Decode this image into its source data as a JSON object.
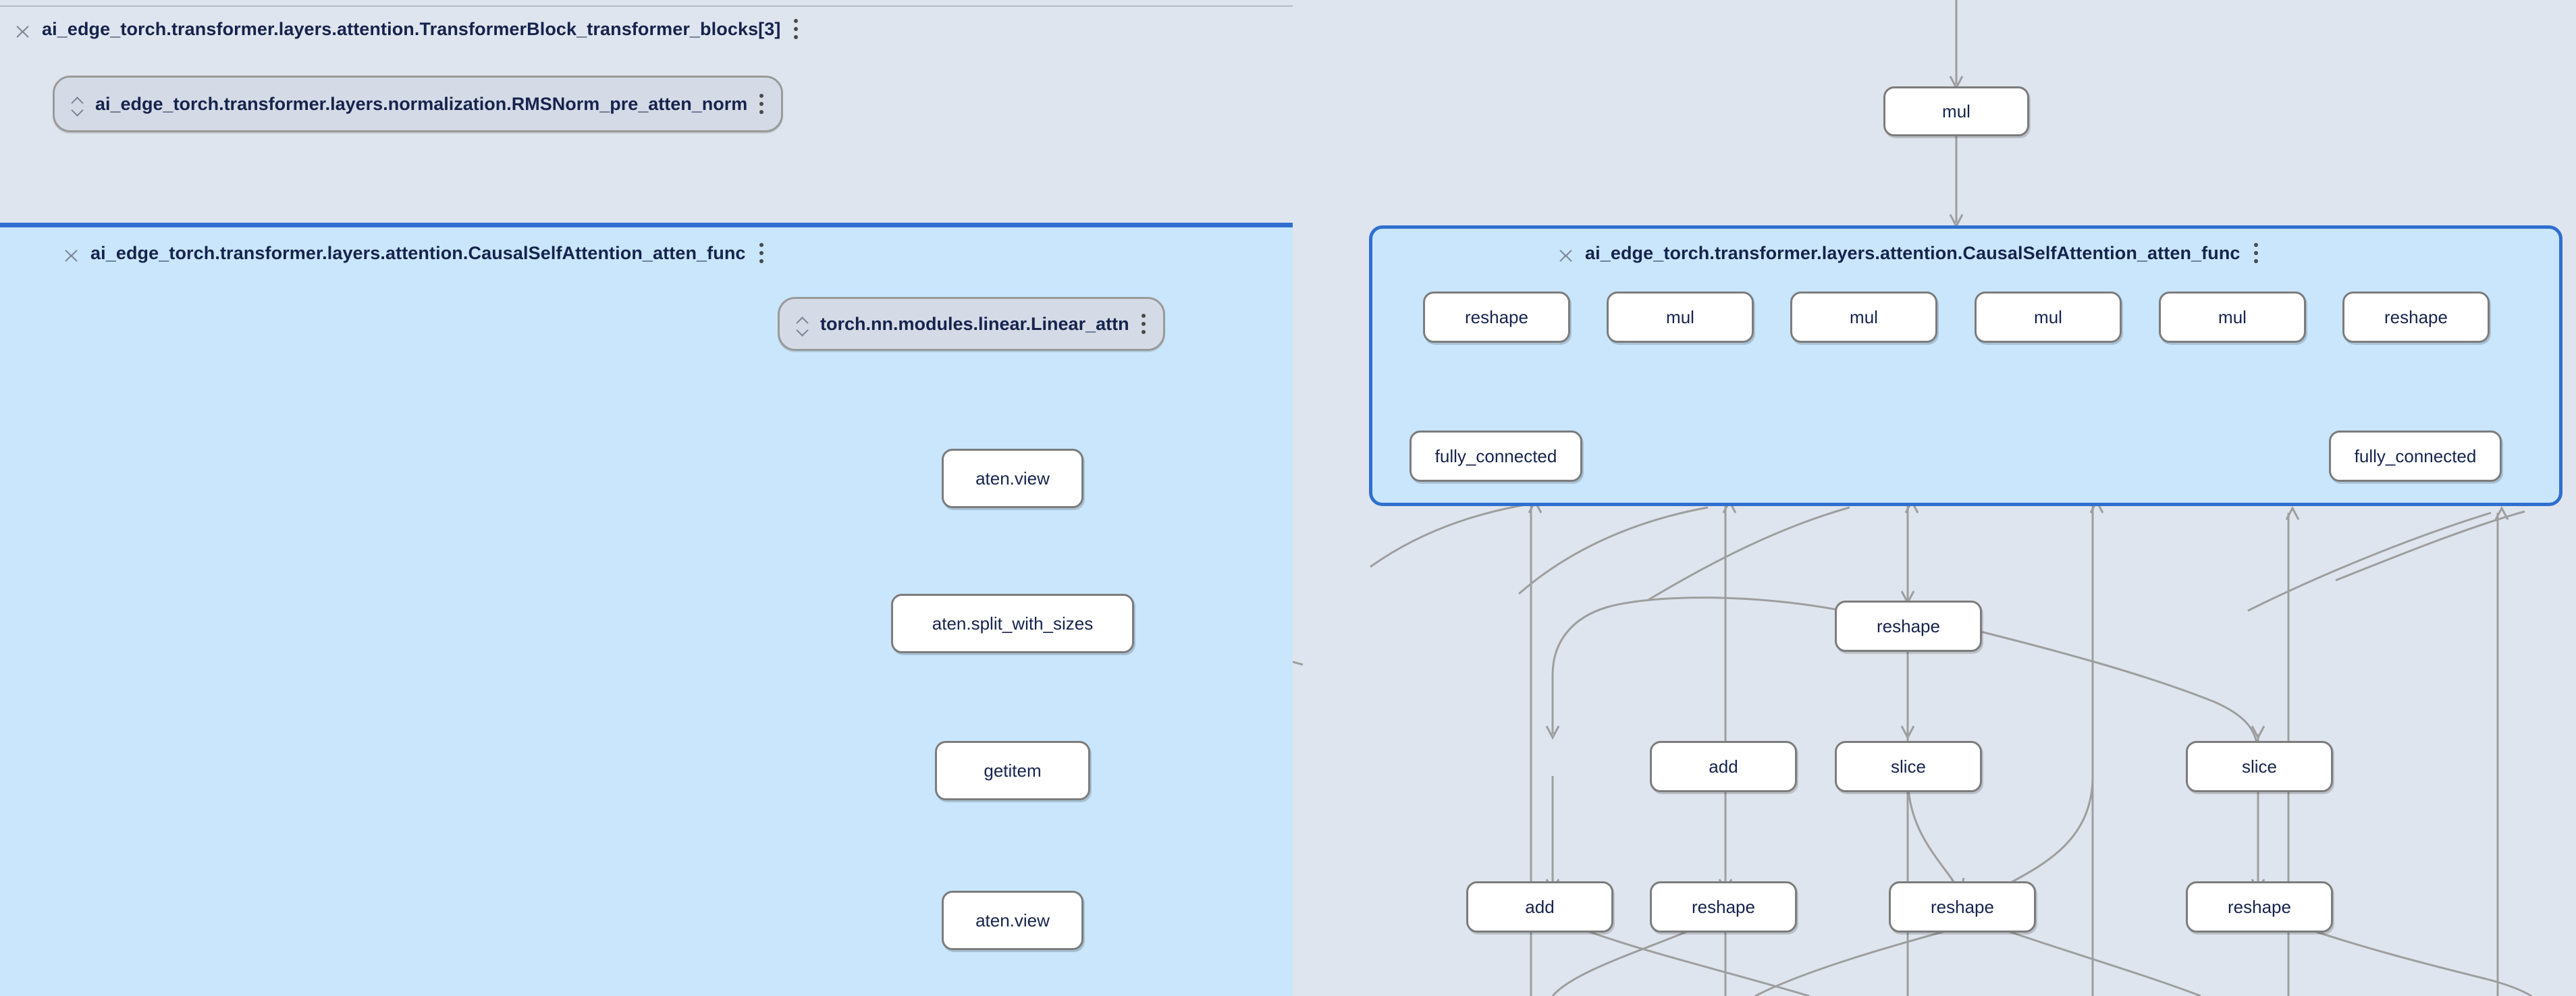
{
  "app": {
    "name": "model-explorer-graph-canvas",
    "background_color": "#dfe5ee",
    "selected_group_color": "#c9e6fd",
    "selected_group_border_color": "#2f6fd0",
    "node_fill_color": "#ffffff",
    "node_border_color": "#7c7c7c",
    "module_fill_color": "#d5dbe6",
    "edge_color": "#9e9e9e",
    "text_color": "#16234d"
  },
  "icons": {
    "collapse": "collapse-icon",
    "expand": "expand-icon",
    "menu": "more-options-icon"
  },
  "groups": {
    "transformer_block": {
      "label": "ai_edge_torch.transformer.layers.attention.TransformerBlock_transformer_blocks[3]",
      "toggle_icon": "collapse-icon",
      "menu_icon": "more-options-icon"
    },
    "causal_self_attention_left": {
      "label": "ai_edge_torch.transformer.layers.attention.CausalSelfAttention_atten_func",
      "toggle_icon": "collapse-icon",
      "menu_icon": "more-options-icon"
    },
    "causal_self_attention_right": {
      "label": "ai_edge_torch.transformer.layers.attention.CausalSelfAttention_atten_func",
      "toggle_icon": "collapse-icon",
      "menu_icon": "more-options-icon"
    }
  },
  "module_nodes": {
    "rmsnorm": {
      "label": "ai_edge_torch.transformer.layers.normalization.RMSNorm_pre_atten_norm",
      "toggle_icon": "expand-icon",
      "menu_icon": "more-options-icon"
    },
    "linear_attn": {
      "label": "torch.nn.modules.linear.Linear_attn",
      "toggle_icon": "expand-icon",
      "menu_icon": "more-options-icon"
    }
  },
  "op_nodes": {
    "left_view_1": "aten.view",
    "left_split": "aten.split_with_sizes",
    "left_getitem": "getitem",
    "left_view_2": "aten.view",
    "right_mul_top": "mul",
    "right_reshape_a": "reshape",
    "right_mul_1": "mul",
    "right_mul_2": "mul",
    "right_mul_3": "mul",
    "right_mul_4": "mul",
    "right_reshape_b": "reshape",
    "right_fc_left": "fully_connected",
    "right_fc_right": "fully_connected",
    "right_reshape_c": "reshape",
    "right_add_1": "add",
    "right_slice_1": "slice",
    "right_slice_2": "slice",
    "right_add_2": "add",
    "right_reshape_d": "reshape",
    "right_reshape_e": "reshape",
    "right_reshape_f": "reshape"
  }
}
